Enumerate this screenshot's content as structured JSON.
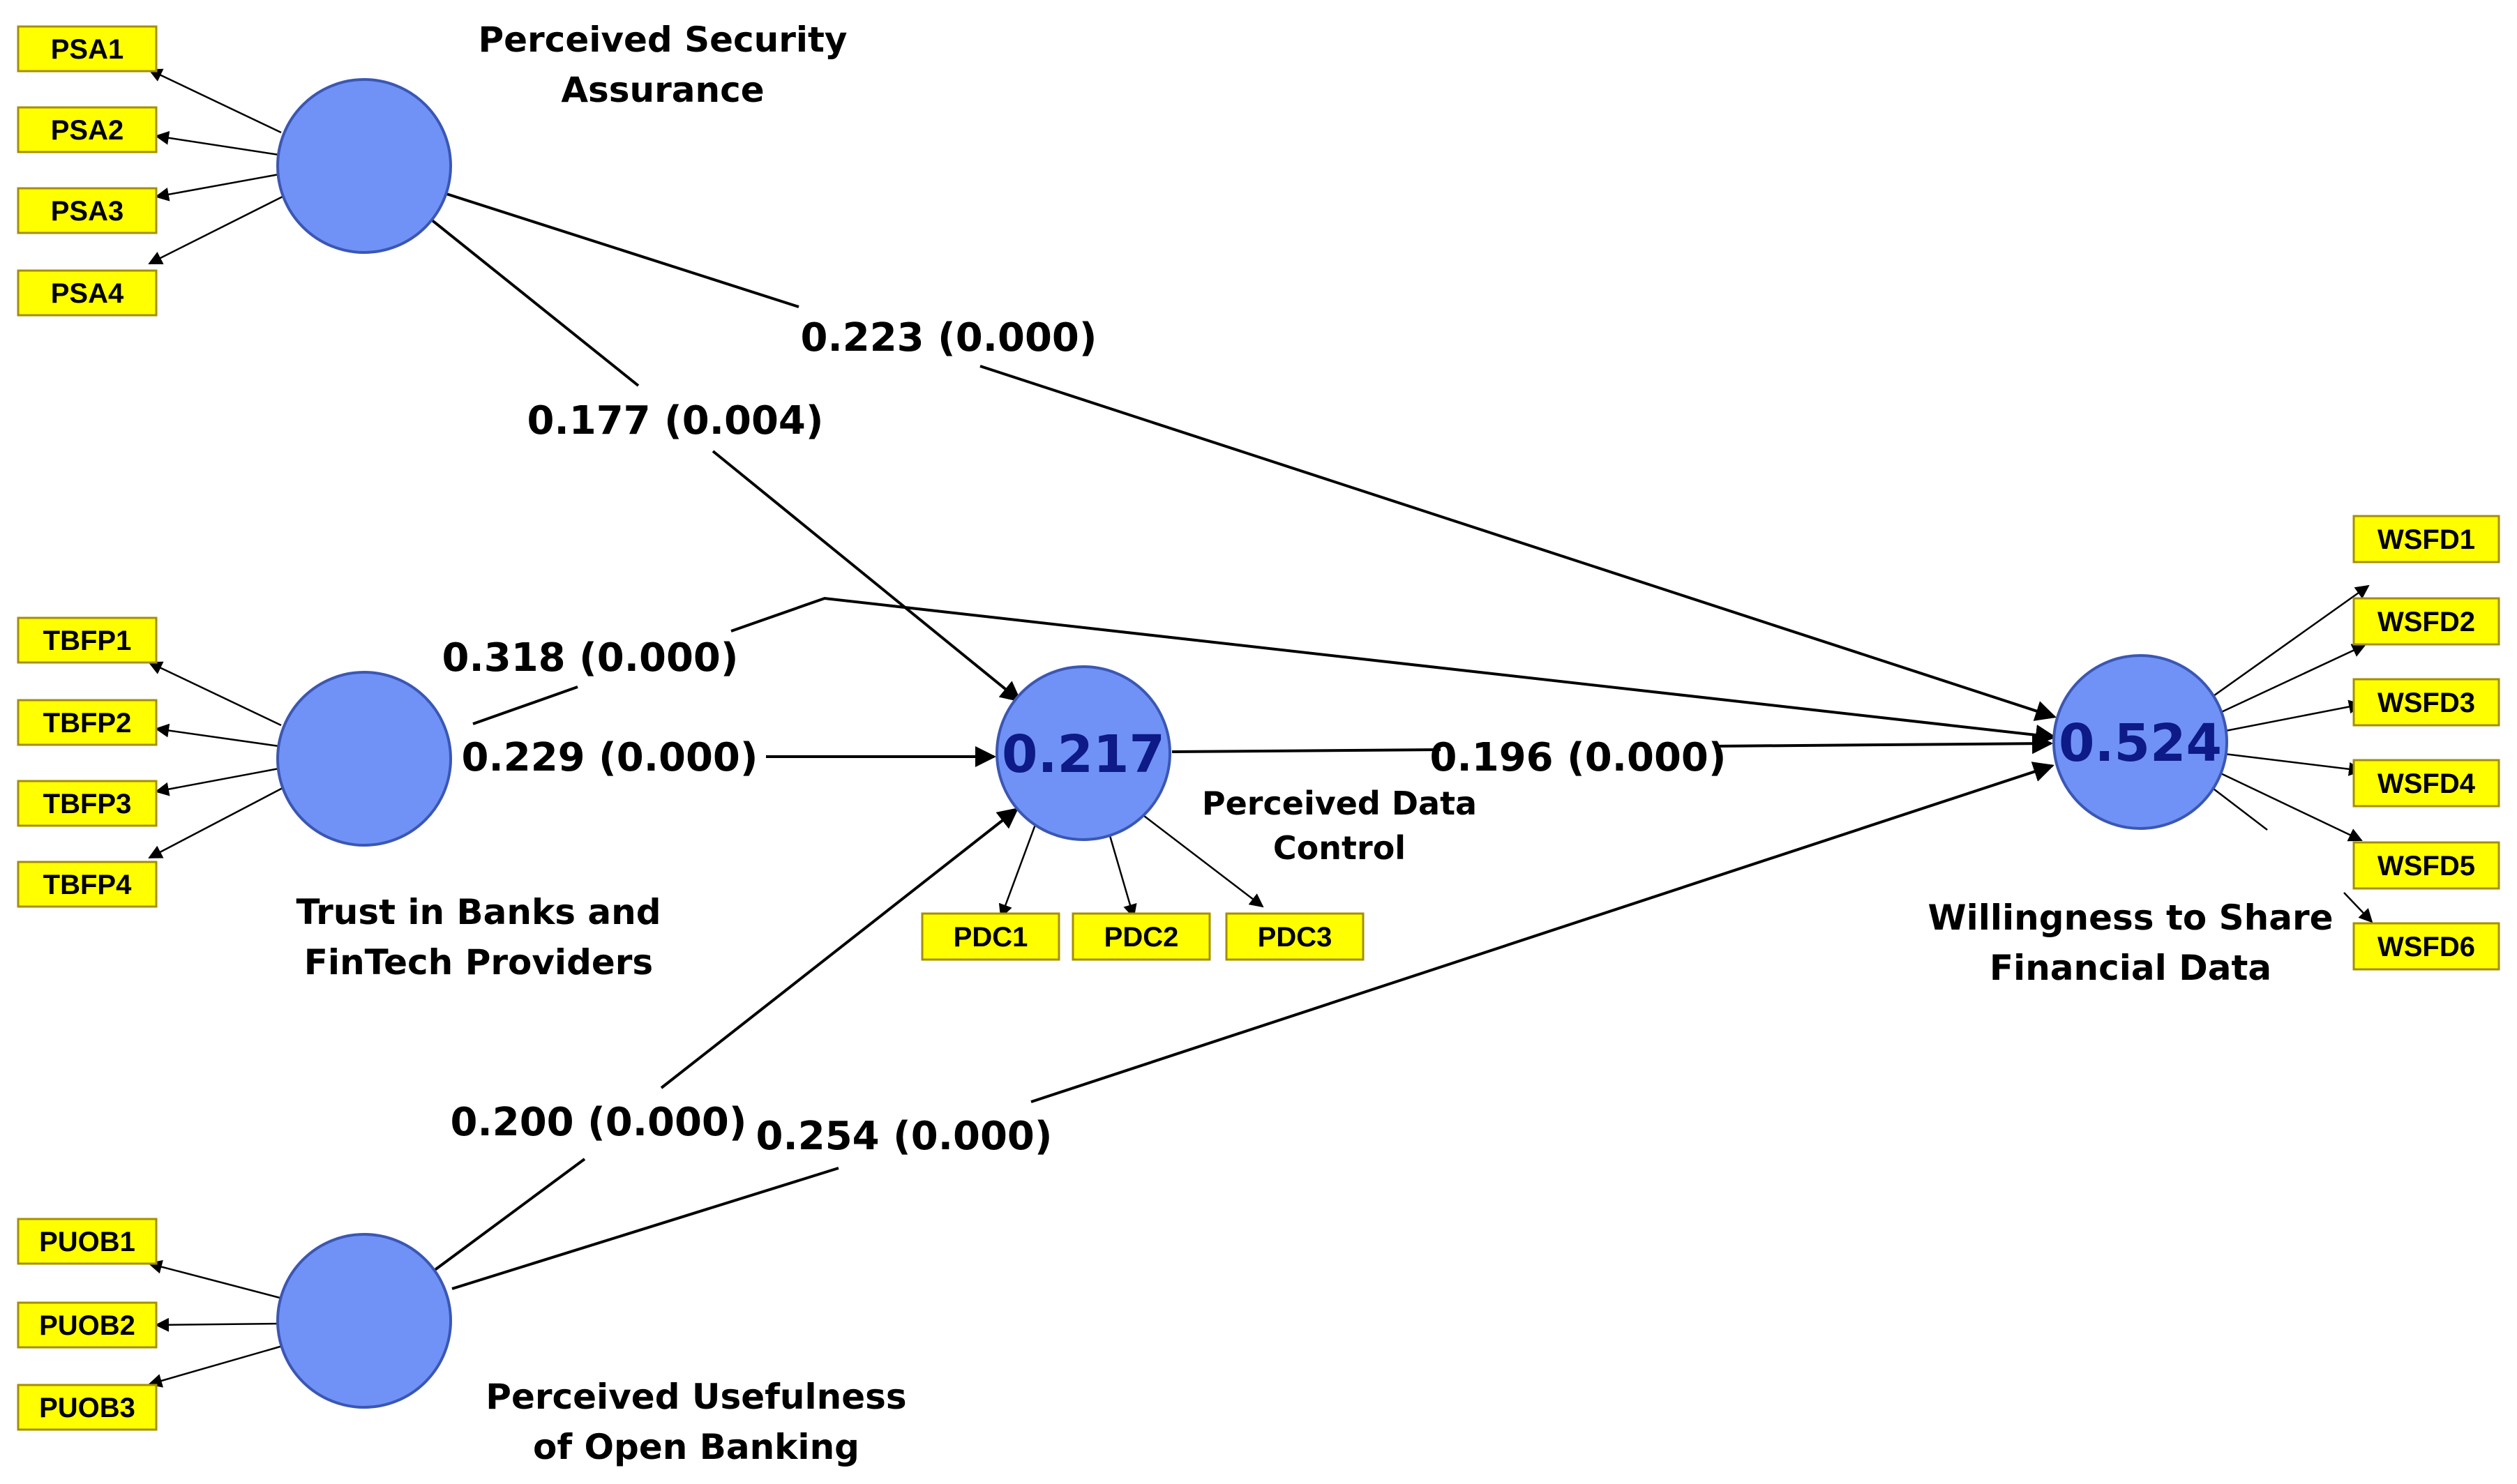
{
  "constructs": {
    "psa": {
      "name_line1": "Perceived Security",
      "name_line2": "Assurance",
      "indicators": [
        "PSA1",
        "PSA2",
        "PSA3",
        "PSA4"
      ]
    },
    "tbfp": {
      "name_line1": "Trust in Banks and",
      "name_line2": "FinTech Providers",
      "indicators": [
        "TBFP1",
        "TBFP2",
        "TBFP3",
        "TBFP4"
      ]
    },
    "puob": {
      "name_line1": "Perceived Usefulness",
      "name_line2": "of Open Banking",
      "indicators": [
        "PUOB1",
        "PUOB2",
        "PUOB3"
      ]
    },
    "pdc": {
      "name_line1": "Perceived Data",
      "name_line2": "Control",
      "r2": "0.217",
      "indicators": [
        "PDC1",
        "PDC2",
        "PDC3"
      ]
    },
    "wsfd": {
      "name_line1": "Willingness to Share",
      "name_line2": "Financial Data",
      "r2": "0.524",
      "indicators": [
        "WSFD1",
        "WSFD2",
        "WSFD3",
        "WSFD4",
        "WSFD5",
        "WSFD6"
      ]
    }
  },
  "paths": {
    "psa_wsfd": "0.223 (0.000)",
    "psa_pdc": "0.177 (0.004)",
    "tbfp_wsfd": "0.318 (0.000)",
    "tbfp_pdc": "0.229 (0.000)",
    "pdc_wsfd": "0.196 (0.000)",
    "puob_pdc": "0.200 (0.000)",
    "puob_wsfd": "0.254 (0.000)"
  },
  "colors": {
    "indicator_fill": "#ffff00",
    "latent_fill": "#7092f7",
    "value_text": "#0d1a87"
  }
}
